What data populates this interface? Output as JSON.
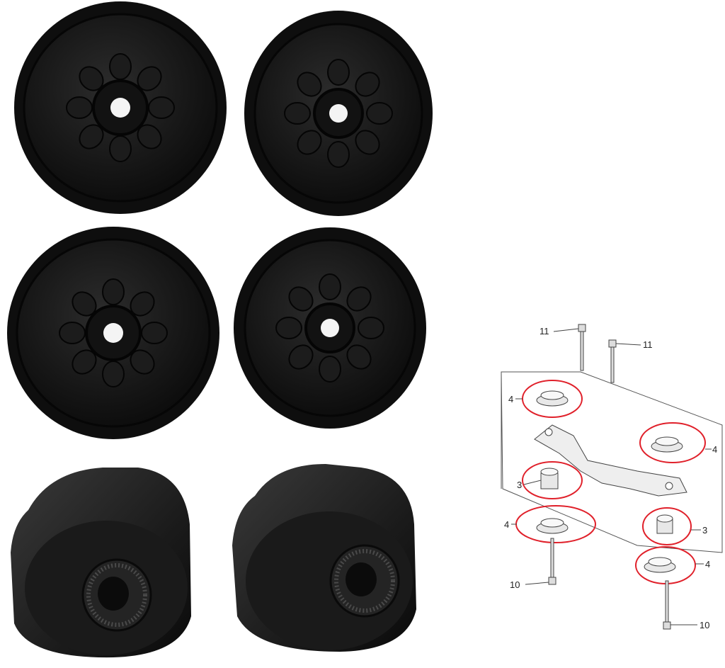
{
  "photo": {
    "parts": [
      {
        "kind": "bushing-top-view"
      },
      {
        "kind": "bushing-top-view"
      },
      {
        "kind": "bushing-top-view"
      },
      {
        "kind": "bushing-top-view"
      },
      {
        "kind": "bushing-side-view"
      },
      {
        "kind": "bushing-side-view"
      }
    ]
  },
  "diagram": {
    "callouts": {
      "bolt_top_left": "11",
      "bolt_top_right": "11",
      "bushing_upper_left": "4",
      "bushing_upper_right": "4",
      "mount_left": "3",
      "bushing_lower_left": "4",
      "mount_right": "3",
      "bushing_lower_right": "4",
      "bolt_bottom_left": "10",
      "bolt_bottom_right": "10"
    },
    "highlight_color": "#e0202a"
  },
  "colors": {
    "rubber": "#141414",
    "rubber_mid": "#222222",
    "rubber_light": "#2f2f2f",
    "hole": "#f4f4f4",
    "line": "#555555"
  }
}
